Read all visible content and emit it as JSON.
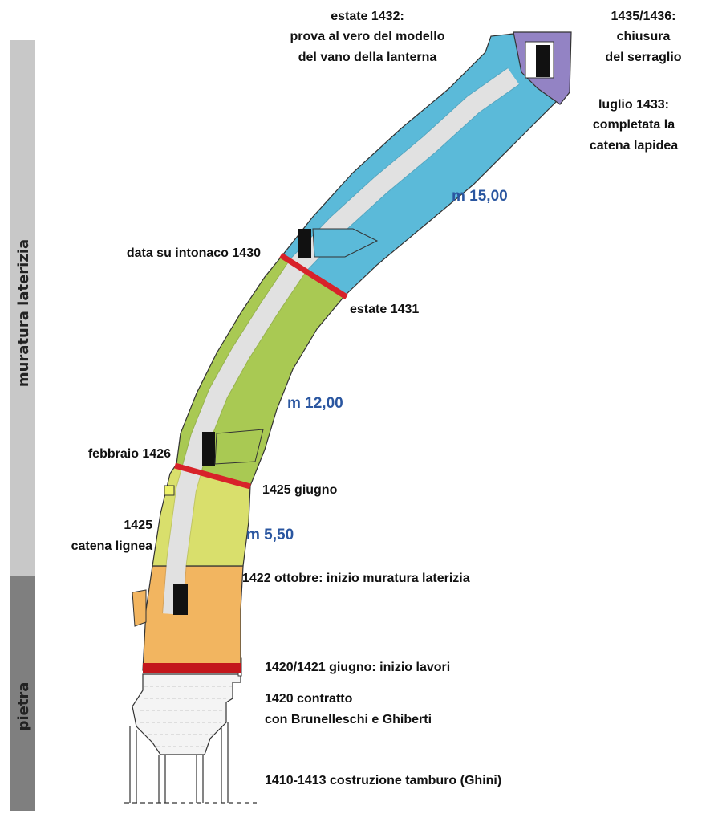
{
  "side_bar": {
    "upper_label": "muratura laterizia",
    "lower_label": "pietra",
    "upper_color": "#c8c8c8",
    "lower_color": "#7f7f7f"
  },
  "colors": {
    "stone": "#f4f4f4",
    "orange": "#f2b560",
    "yellow": "#d9df6c",
    "green": "#a9c953",
    "blue": "#5bbad9",
    "purple": "#9383c4",
    "red": "#d8222a",
    "measure": "#2a56a0"
  },
  "labels": {
    "lantern": [
      "estate 1432:",
      "prova al vero del modello",
      "del vano della lanterna"
    ],
    "closure": [
      "1435/1436:",
      "chiusura",
      "del serraglio"
    ],
    "stone_chain": [
      "luglio 1433:",
      "completata la",
      "catena lapidea"
    ],
    "plaster_date": "data su intonaco 1430",
    "summer_1431": "estate 1431",
    "feb_1426": "febbraio 1426",
    "june_1425": "1425 giugno",
    "wood_chain": [
      "1425",
      "catena lignea"
    ],
    "oct_1422": "1422 ottobre: inizio muratura laterizia",
    "start_works": "1420/1421 giugno: inizio lavori",
    "contract": [
      "1420 contratto",
      "con Brunelleschi e Ghiberti"
    ],
    "drum": "1410-1413 costruzione tamburo (Ghini)"
  },
  "measures": {
    "m15": "m 15,00",
    "m12": "m 12,00",
    "m5": "m 5,50"
  }
}
